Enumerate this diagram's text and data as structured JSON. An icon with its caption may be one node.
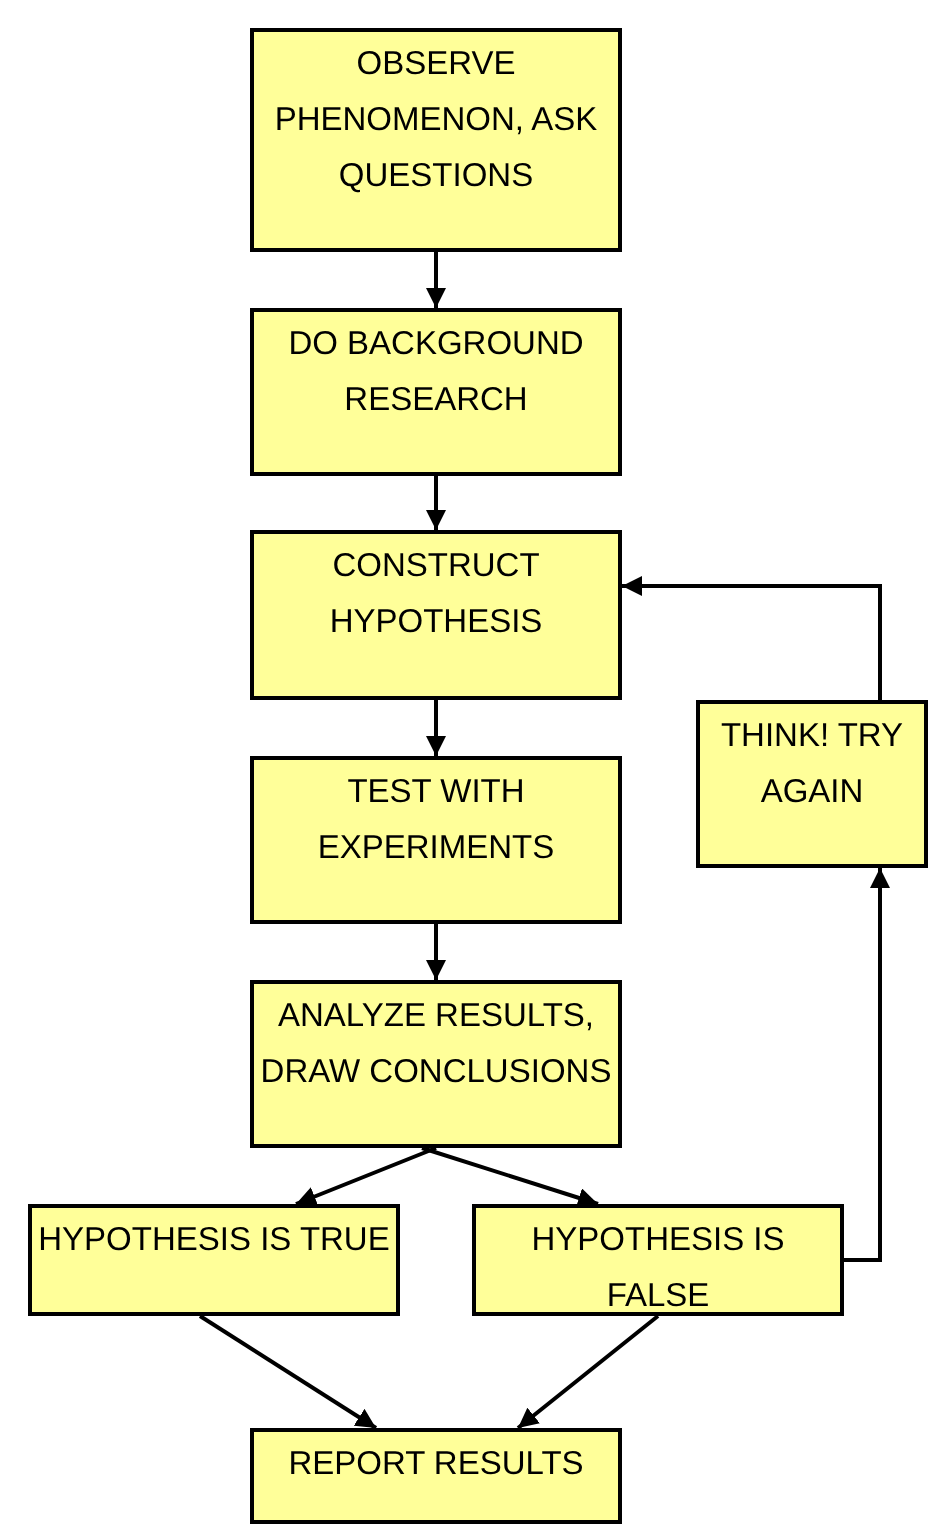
{
  "diagram": {
    "nodes": [
      {
        "text": [
          "OBSERVE PHENOMENON, ASK QUESTIONS"
        ]
      },
      {
        "text": [
          "DO BACKGROUND RESEARCH"
        ]
      },
      {
        "text": [
          "CONSTRUCT HYPOTHESIS"
        ]
      },
      {
        "text": [
          "THINK! TRY AGAIN"
        ]
      },
      {
        "text": [
          "TEST WITH EXPERIMENTS"
        ]
      },
      {
        "text": [
          "ANALYZE RESULTS, DRAW CONCLUSIONS"
        ]
      },
      {
        "text": [
          "HYPOTHESIS IS TRUE"
        ]
      },
      {
        "text": [
          "HYPOTHESIS IS FALSE"
        ]
      },
      {
        "text": [
          "REPORT RESULTS"
        ]
      }
    ],
    "edges": [
      {
        "from": 0,
        "to": 1,
        "arrow": "to"
      },
      {
        "from": 1,
        "to": 2,
        "arrow": "to"
      },
      {
        "from": 2,
        "to": 4,
        "arrow": "to"
      },
      {
        "from": 4,
        "to": 5,
        "arrow": "to"
      },
      {
        "from": 5,
        "to": 6,
        "arrow": "to"
      },
      {
        "from": 5,
        "to": 7,
        "arrow": "to"
      },
      {
        "from": 6,
        "to": 8,
        "arrow": "to"
      },
      {
        "from": 7,
        "to": 8,
        "arrow": "to"
      },
      {
        "from": 7,
        "to": 3,
        "arrow": "to"
      },
      {
        "from": 3,
        "to": 2,
        "arrow": "to"
      }
    ]
  }
}
